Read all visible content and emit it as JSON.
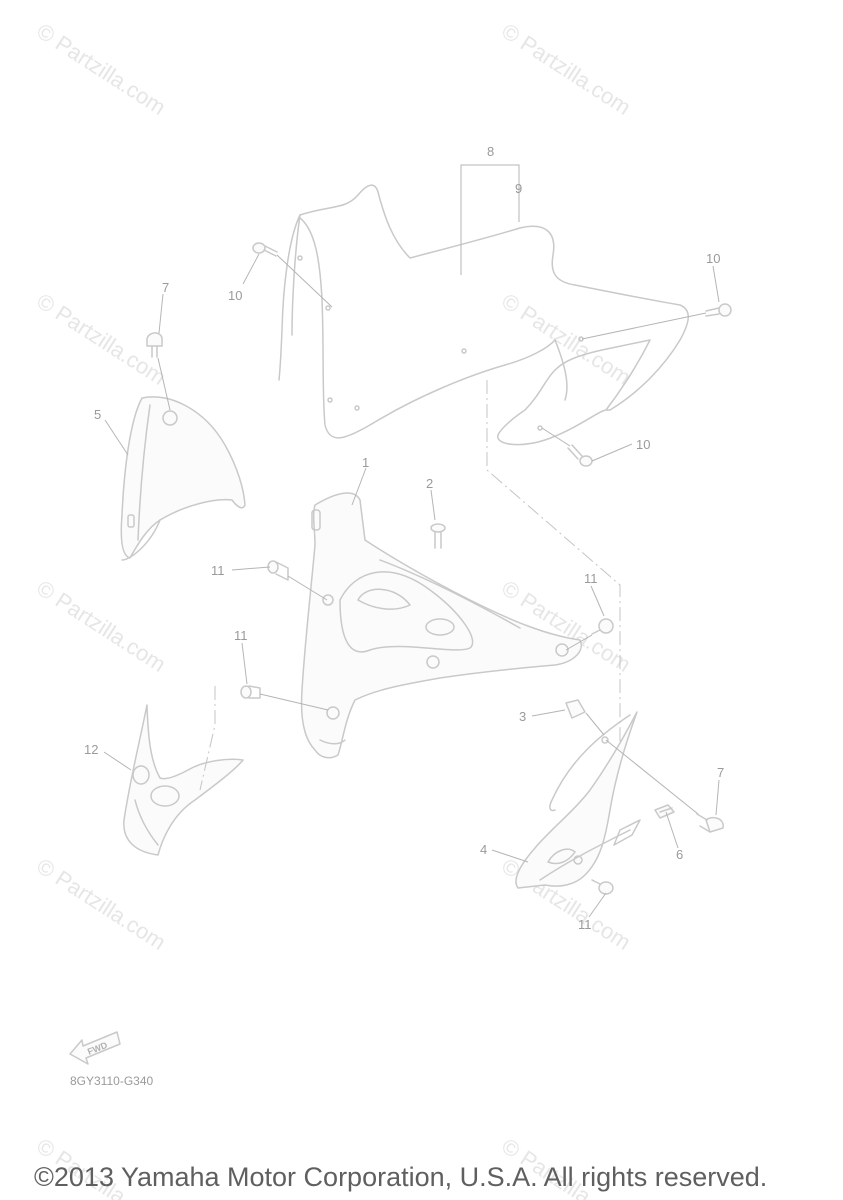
{
  "watermark": {
    "text": "© Partzilla.com"
  },
  "callouts": {
    "c1": "1",
    "c2": "2",
    "c3": "3",
    "c4": "4",
    "c5": "5",
    "c6": "6",
    "c7a": "7",
    "c7b": "7",
    "c8": "8",
    "c9": "9",
    "c10a": "10",
    "c10b": "10",
    "c10c": "10",
    "c11a": "11",
    "c11b": "11",
    "c11c": "11",
    "c11d": "11",
    "c12": "12"
  },
  "fwd_label": "FWD",
  "diagram_code": "8GY3110-G340",
  "copyright": "©2013 Yamaha Motor Corporation, U.S.A. All rights reserved.",
  "colors": {
    "line": "#c9c9c9",
    "watermark": "#e6e6e6",
    "copyright": "#5f5f5f"
  }
}
